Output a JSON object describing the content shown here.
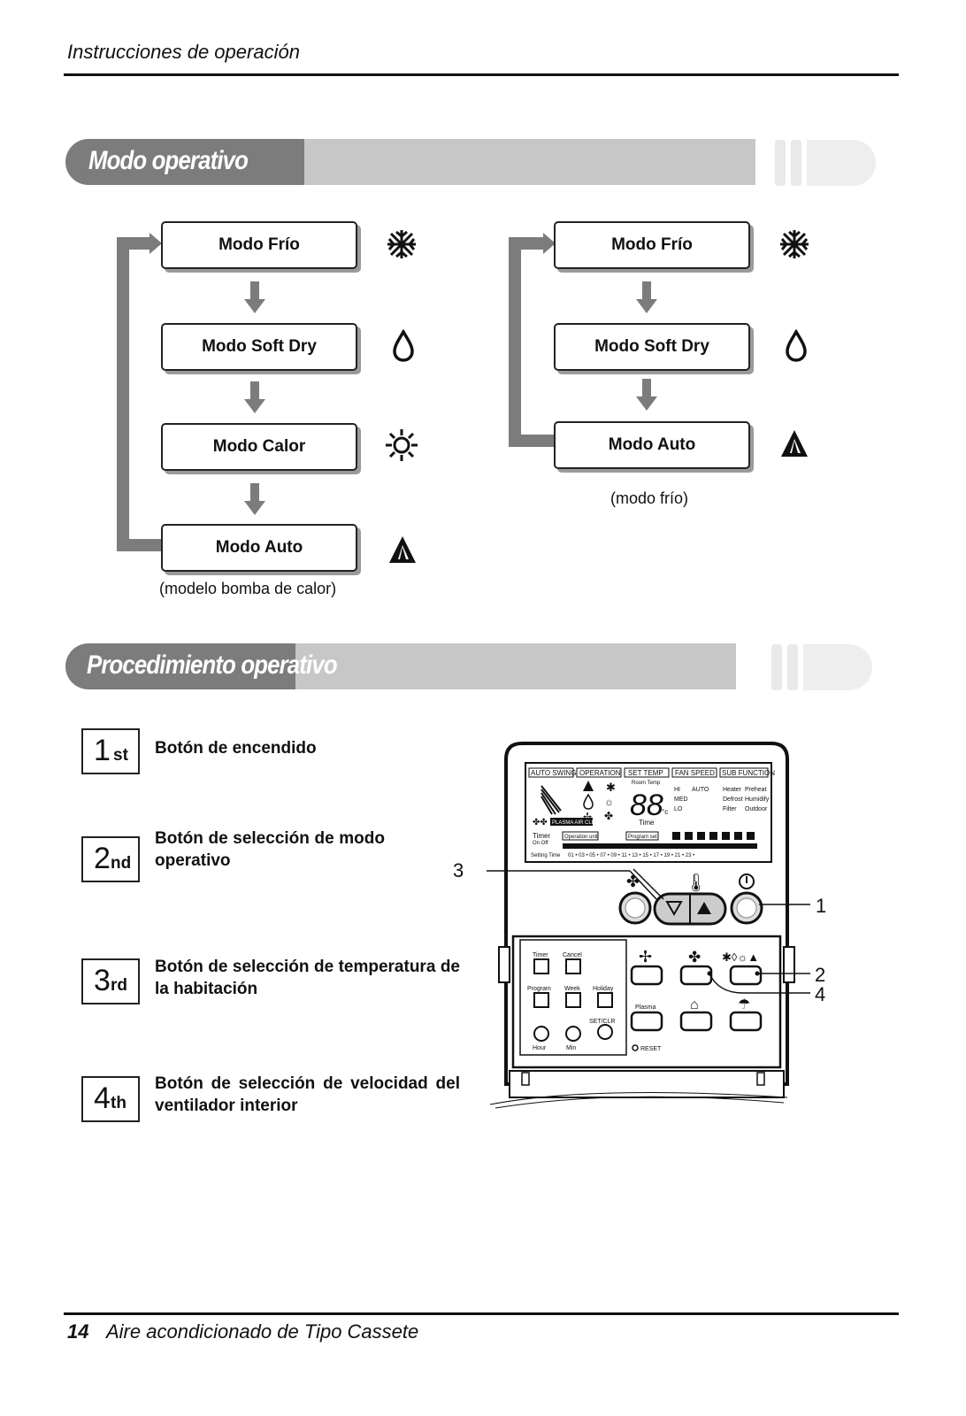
{
  "header": {
    "title": "Instrucciones de operación"
  },
  "section1": {
    "title": "Modo operativo",
    "left_flow": {
      "modes": [
        "Modo Frío",
        "Modo Soft Dry",
        "Modo Calor",
        "Modo Auto"
      ],
      "icons": [
        "snowflake-icon",
        "water-drop-icon",
        "sun-icon",
        "auto-icon"
      ],
      "note": "(modelo bomba de calor)"
    },
    "right_flow": {
      "modes": [
        "Modo Frío",
        "Modo Soft Dry",
        "Modo Auto"
      ],
      "icons": [
        "snowflake-icon",
        "water-drop-icon",
        "auto-icon"
      ],
      "note": "(modo frío)"
    }
  },
  "section2": {
    "title": "Procedimiento operativo",
    "steps": [
      {
        "num": "1",
        "suffix": "st",
        "text": "Botón de encendido"
      },
      {
        "num": "2",
        "suffix": "nd",
        "text": "Botón de selección de modo operativo"
      },
      {
        "num": "3",
        "suffix": "rd",
        "text": "Botón de selección de temperatura de la habitación"
      },
      {
        "num": "4",
        "suffix": "th",
        "text": "Botón de selección de velocidad del ventilador interior"
      }
    ]
  },
  "remote": {
    "tabs": [
      "AUTO SWING",
      "OPERATION",
      "SET TEMP",
      "FAN SPEED",
      "SUB FUNCTION"
    ],
    "room_temp": "Room Temp",
    "temp_digits": "88",
    "temp_unit": "°c",
    "fan_levels": [
      "HI",
      "AUTO",
      "MED",
      "LO"
    ],
    "sub_labels": [
      "Heater",
      "Preheat",
      "Defrost",
      "Humidify",
      "Filter",
      "Outdoor"
    ],
    "plasma_label": "PLASMA AIR CLEAN",
    "time_label": "Time",
    "timer_label": "Timer",
    "on_off": "On  Off",
    "operation_unit": "Operation unit",
    "program_set": "Program set",
    "setting_time": "Setting  Time",
    "hours_row": "01 • 03 • 05 • 07 • 09 • 11 • 13 • 15 • 17 • 19 • 21 • 23 •",
    "lower_labels": {
      "timer": "Timer",
      "cancel": "Cancel",
      "program": "Program",
      "week": "Week",
      "holiday": "Holiday",
      "set_clr": "SET/CLR",
      "hour": "Hour",
      "min": "Min",
      "plasma": "Plasma",
      "reset": "RESET"
    },
    "callouts": [
      "3",
      "1",
      "2",
      "4"
    ]
  },
  "footer": {
    "page": "14",
    "title": "Aire acondicionado de Tipo Cassete"
  }
}
